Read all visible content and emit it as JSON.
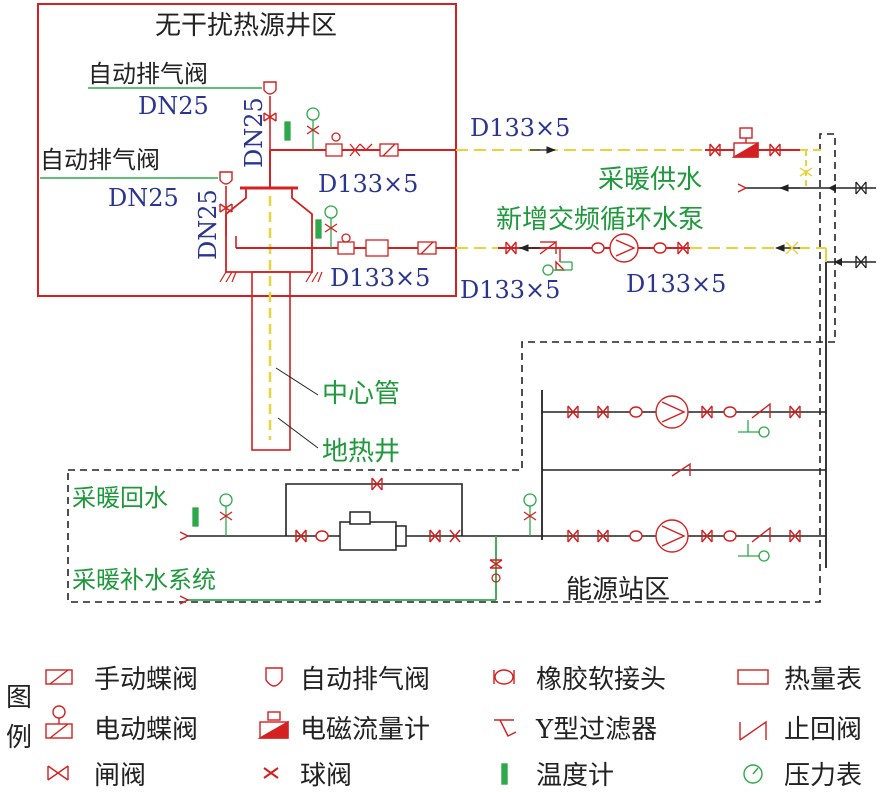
{
  "zones": {
    "well": "无干扰热源井区",
    "energy": "能源站区"
  },
  "labels": {
    "air_vent_1": "自动排气阀",
    "air_vent_2": "自动排气阀",
    "dn25_a": "DN25",
    "dn25_b": "DN25",
    "dn25_v1": "DN25",
    "dn25_v2": "DN25",
    "d133_top": "D133×5",
    "d133_mid": "D133×5",
    "d133_low": "D133×5",
    "d133_pump_left": "D133×5",
    "d133_pump_right": "D133×5",
    "heating_supply": "采暖供水",
    "new_pump": "新增交频循环水泵",
    "center_pipe": "中心管",
    "geo_well": "地热井",
    "heating_return": "采暖回水",
    "makeup": "采暖补水系统"
  },
  "legend": {
    "title_1": "图",
    "title_2": "例",
    "items": [
      "手动蝶阀",
      "电动蝶阀",
      "闸阀",
      "自动排气阀",
      "电磁流量计",
      "球阀",
      "橡胶软接头",
      "Y型过滤器",
      "温度计",
      "热量表",
      "止回阀",
      "压力表"
    ]
  },
  "colors": {
    "pipe_red": "#e02020",
    "pipe_yellow": "#f2e04a",
    "pipe_green": "#2ea84a",
    "label_green": "#1e9a3c",
    "label_blue": "#2a3590",
    "dark": "#222222"
  }
}
